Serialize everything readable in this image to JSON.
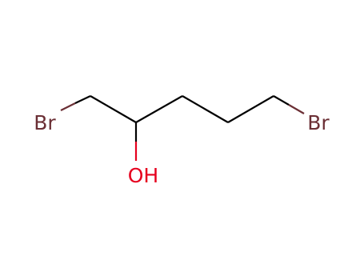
{
  "molecule": {
    "atoms": [
      {
        "id": "br1",
        "label": "Br",
        "color": "#6b2f35"
      },
      {
        "id": "o1",
        "label": "OH",
        "color": "#e6001e"
      },
      {
        "id": "br2",
        "label": "Br",
        "color": "#6b2f35"
      }
    ],
    "bond_color": "#000000"
  }
}
